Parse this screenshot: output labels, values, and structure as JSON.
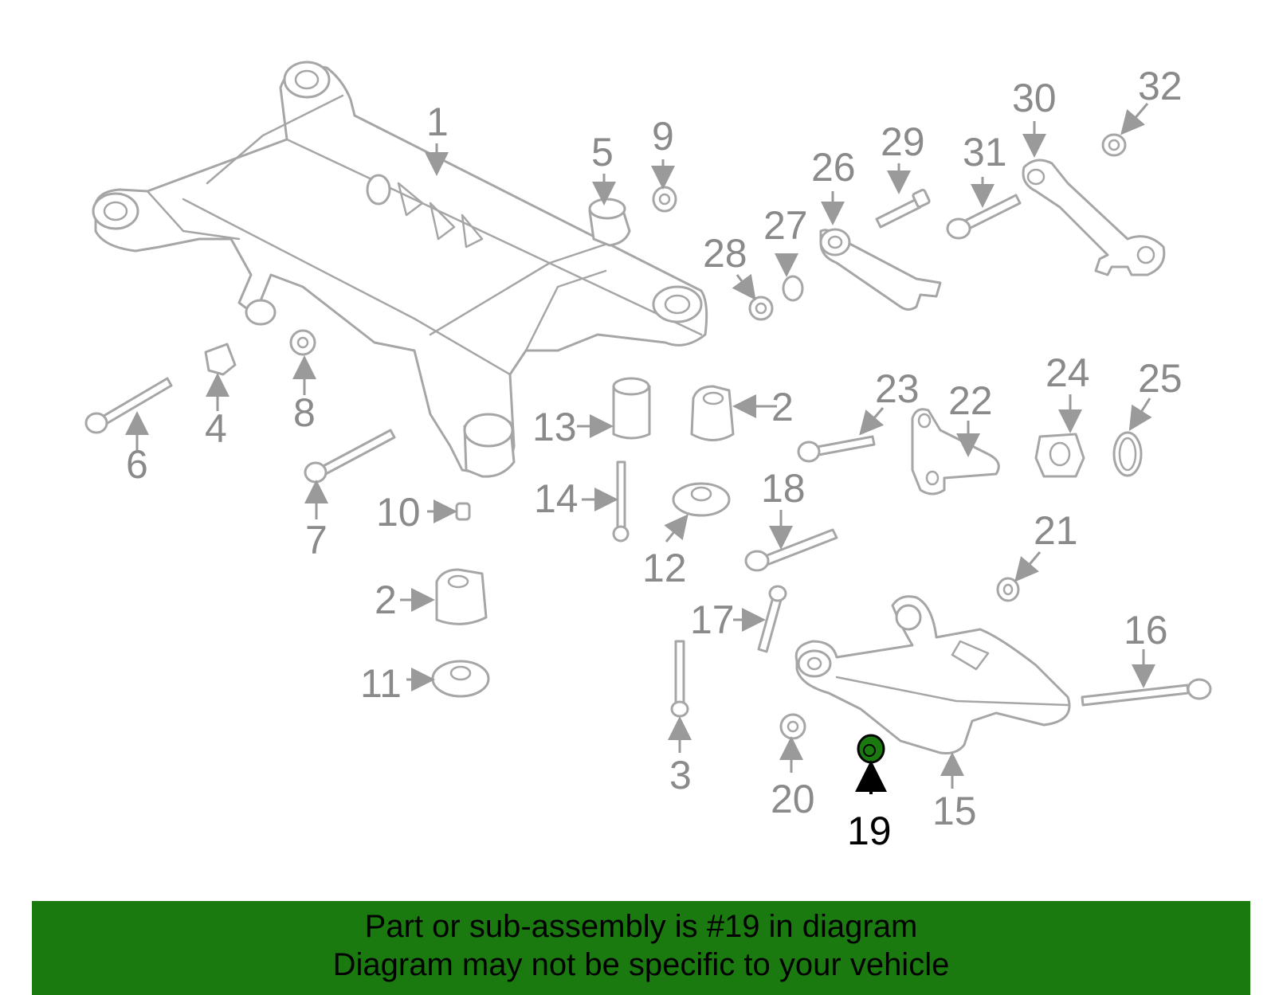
{
  "diagram": {
    "title": "Rear suspension parts diagram",
    "highlight_part": "19",
    "highlight_color": "#1a7a10",
    "labels": {
      "p1": "1",
      "p2a": "2",
      "p2b": "2",
      "p3": "3",
      "p4": "4",
      "p5": "5",
      "p6": "6",
      "p7": "7",
      "p8": "8",
      "p9": "9",
      "p10": "10",
      "p11": "11",
      "p12": "12",
      "p13": "13",
      "p14": "14",
      "p15": "15",
      "p16": "16",
      "p17": "17",
      "p18": "18",
      "p19": "19",
      "p20": "20",
      "p21": "21",
      "p22": "22",
      "p23": "23",
      "p24": "24",
      "p25": "25",
      "p26": "26",
      "p27": "27",
      "p28": "28",
      "p29": "29",
      "p30": "30",
      "p31": "31",
      "p32": "32"
    }
  },
  "banner": {
    "line1": "Part or sub-assembly is #19 in diagram",
    "line2": "Diagram may not be specific to your vehicle",
    "background": "#1a7a10"
  }
}
